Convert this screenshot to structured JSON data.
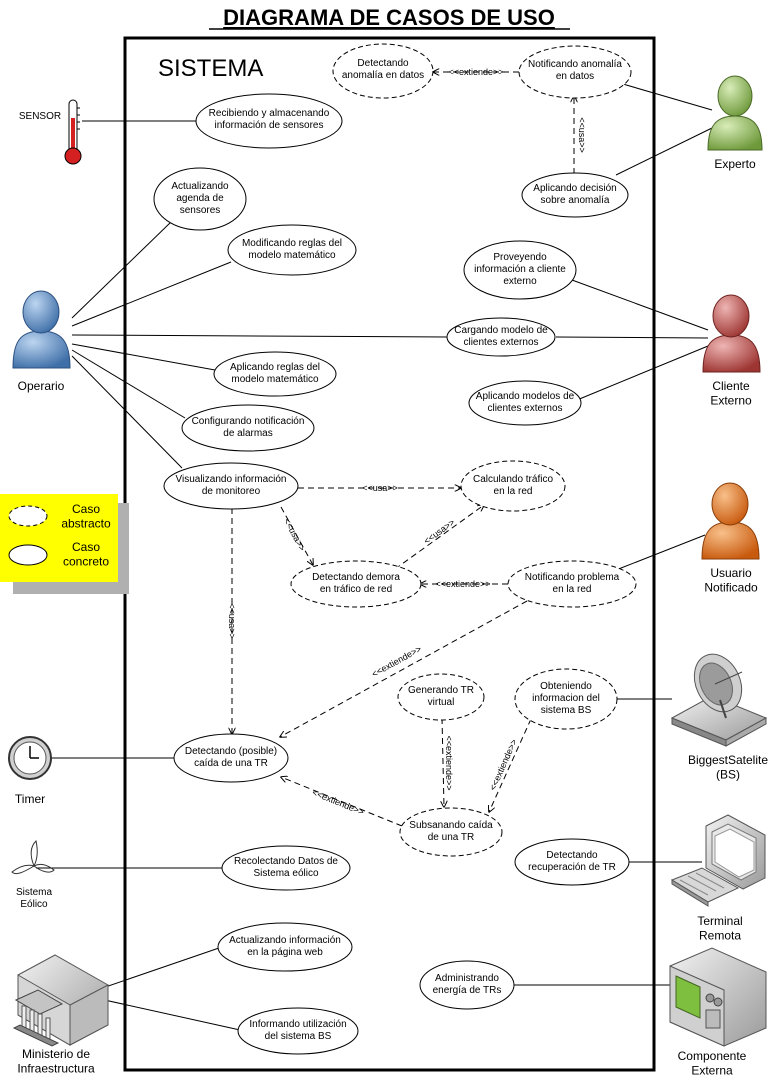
{
  "title": "DIAGRAMA DE CASOS DE USO",
  "system_label": "SISTEMA",
  "legend": {
    "abstract": [
      "Caso",
      "abstracto"
    ],
    "concrete": [
      "Caso",
      "concreto"
    ]
  },
  "actors": {
    "sensor": [
      "SENSOR"
    ],
    "experto": [
      "Experto"
    ],
    "operario": [
      "Operario"
    ],
    "cliente": [
      "Cliente",
      "Externo"
    ],
    "usuario": [
      "Usuario",
      "Notificado"
    ],
    "satelite": [
      "BiggestSatelite",
      "(BS)"
    ],
    "timer": [
      "Timer"
    ],
    "eolico": [
      "Sistema",
      "Eólico"
    ],
    "terminal": [
      "Terminal",
      "Remota"
    ],
    "ministerio": [
      "Ministerio de",
      "Infraestructura"
    ],
    "componente": [
      "Componente",
      "Externa"
    ]
  },
  "use_cases": {
    "detectando_anomalia": [
      "Detectando",
      "anomalía en datos"
    ],
    "notificando_anomalia": [
      "Notificando anomalía",
      "en datos"
    ],
    "recibiendo": [
      "Recibiendo y almacenando",
      "información de sensores"
    ],
    "aplicando_decision": [
      "Aplicando decisión",
      "sobre anomalía"
    ],
    "actualizando_agenda": [
      "Actualizando",
      "agenda de",
      "sensores"
    ],
    "modificando_reglas": [
      "Modificando reglas del",
      "modelo matemático"
    ],
    "proveyendo": [
      "Proveyendo",
      "información a cliente",
      "externo"
    ],
    "cargando_modelo": [
      "Cargando modelo de",
      "clientes externos"
    ],
    "aplicando_reglas": [
      "Aplicando reglas del",
      "modelo matemático"
    ],
    "aplicando_modelos": [
      "Aplicando modelos de",
      "clientes externos"
    ],
    "configurando": [
      "Configurando notificación",
      "de alarmas"
    ],
    "visualizando": [
      "Visualizando información",
      "de monitoreo"
    ],
    "calculando": [
      "Calculando tráfico",
      "en la red"
    ],
    "detectando_demora": [
      "Detectando demora",
      "en tráfico de red"
    ],
    "notificando_problema": [
      "Notificando problema",
      "en la red"
    ],
    "generando_tr": [
      "Generando TR",
      "virtual"
    ],
    "obteniendo": [
      "Obteniendo",
      "informacion del",
      "sistema BS"
    ],
    "detectando_caida": [
      "Detectando (posible)",
      "caída de una TR"
    ],
    "subsanando": [
      "Subsanando caída",
      "de una TR"
    ],
    "detectando_recuperacion": [
      "Detectando",
      "recuperación de TR"
    ],
    "recolectando": [
      "Recolectando Datos de",
      "Sistema eólico"
    ],
    "actualizando_web": [
      "Actualizando información",
      "en la página web"
    ],
    "administrando": [
      "Administrando",
      "energía de TRs"
    ],
    "informando": [
      "Informando utilización",
      "del sistema BS"
    ]
  },
  "relations": {
    "extiende": "<<extiende>>",
    "usa": "<<usa>>"
  },
  "colors": {
    "experto": "#8fbc5a",
    "operario": "#5b8ec9",
    "cliente": "#c0504d",
    "usuario": "#e8731a",
    "legend_bg": "#ffff00",
    "legend_shadow": "#b0b0b0",
    "sensor_bulb": "#d42020"
  }
}
